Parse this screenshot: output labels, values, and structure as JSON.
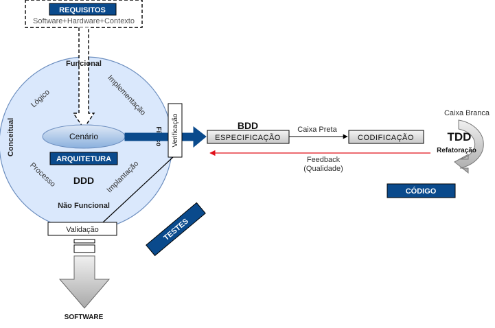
{
  "requirements": {
    "title": "REQUISITOS",
    "subtitle": "Software+Hardware+Contexto"
  },
  "circle": {
    "functional": "Funcional",
    "logical": "Lógico",
    "implementation": "Implementação",
    "conceptual": "Conceitual",
    "scenario": "Cenário",
    "physical": "Físico",
    "architecture": "ARQUITETURA",
    "process": "Processo",
    "ddd": "DDD",
    "deployment": "Implantação",
    "non_functional": "Não Funcional"
  },
  "verification": "Verificação",
  "validation": "Validação",
  "software": "SOFTWARE",
  "tests": "TESTES",
  "bdd": {
    "title": "BDD",
    "specification": "ESPECIFICAÇÃO",
    "black_box": "Caixa Preta",
    "coding": "CODIFICAÇÃO",
    "feedback_line1": "Feedback",
    "feedback_line2": "(Qualidade)"
  },
  "tdd": {
    "white_box": "Caixa Branca",
    "title": "TDD",
    "refactoring": "Refatoração"
  },
  "code_badge": "CÓDIGO",
  "colors": {
    "navy": "#0a4a8c",
    "circle_fill": "#dae8fc",
    "circle_stroke": "#6c8ebf",
    "feedback_red": "#e0101a",
    "gray_box": "#e0e0e0"
  }
}
